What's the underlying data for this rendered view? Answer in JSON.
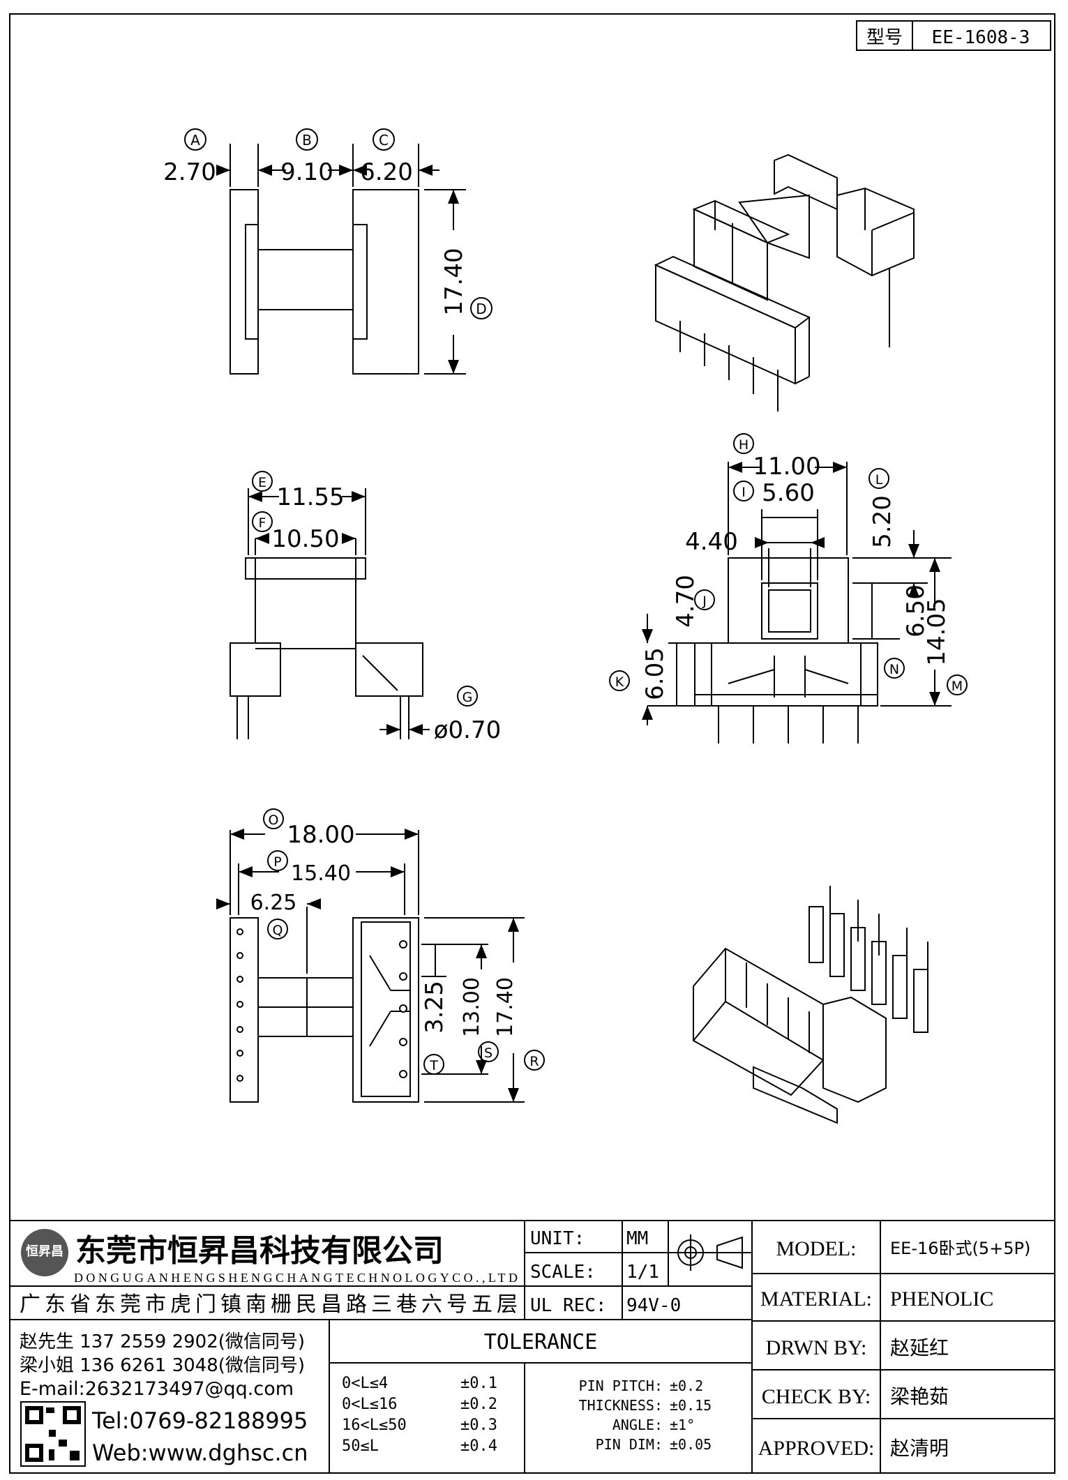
{
  "header": {
    "label": "型号",
    "part_no": "EE-1608-3"
  },
  "views": {
    "top": {
      "markers": [
        "A",
        "B",
        "C",
        "D"
      ],
      "dims": [
        "2.70",
        "9.10",
        "6.20",
        "17.40"
      ]
    },
    "side": {
      "markers": [
        "E",
        "F",
        "G"
      ],
      "dims": [
        "11.55",
        "10.50",
        "ø0.70"
      ]
    },
    "front": {
      "markers": [
        "H",
        "I",
        "J",
        "K",
        "L",
        "M",
        "N"
      ],
      "dims": [
        "11.00",
        "5.60",
        "4.40",
        "5.20",
        "4.70",
        "6.50",
        "14.05",
        "6.05"
      ]
    },
    "bottom": {
      "markers": [
        "O",
        "P",
        "Q",
        "R",
        "S",
        "T"
      ],
      "dims": [
        "18.00",
        "15.40",
        "6.25",
        "3.25",
        "13.00",
        "17.40"
      ]
    }
  },
  "company": {
    "name_cn": "东莞市恒昇昌科技有限公司",
    "name_en": "DONGUGANHENGSHENGCHANGTECHNOLOGYCO.,LTD",
    "address": "广东省东莞市虎门镇南栅民昌路三巷六号五层",
    "contact1": "赵先生 137 2559 2902(微信同号)",
    "contact2": "梁小姐 136 6261 3048(微信同号)",
    "email": "E-mail:2632173497@qq.com",
    "tel": "Tel:0769-82188995",
    "web": "Web:www.dghsc.cn"
  },
  "specs": {
    "unit_label": "UNIT:",
    "unit": "MM",
    "scale_label": "SCALE:",
    "scale": "1/1",
    "ulrec_label": "UL REC:",
    "ulrec": "94V-0"
  },
  "tolerance": {
    "title": "TOLERANCE",
    "ranges": [
      {
        "range": "0<L≤4",
        "tol": "±0.1"
      },
      {
        "range": "0<L≤16",
        "tol": "±0.2"
      },
      {
        "range": "16<L≤50",
        "tol": "±0.3"
      },
      {
        "range": "50≤L",
        "tol": "±0.4"
      }
    ],
    "pins": [
      {
        "label": "PIN PITCH:",
        "tol": "±0.2"
      },
      {
        "label": "THICKNESS:",
        "tol": "±0.15"
      },
      {
        "label": "ANGLE:",
        "tol": "±1°"
      },
      {
        "label": "PIN DIM:",
        "tol": "±0.05"
      }
    ]
  },
  "info": [
    {
      "label": "MODEL:",
      "value": "EE-16卧式(5+5P)"
    },
    {
      "label": "MATERIAL:",
      "value": "PHENOLIC"
    },
    {
      "label": "DRWN BY:",
      "value": "赵延红"
    },
    {
      "label": "CHECK BY:",
      "value": "梁艳茹"
    },
    {
      "label": "APPROVED:",
      "value": "赵清明"
    }
  ]
}
